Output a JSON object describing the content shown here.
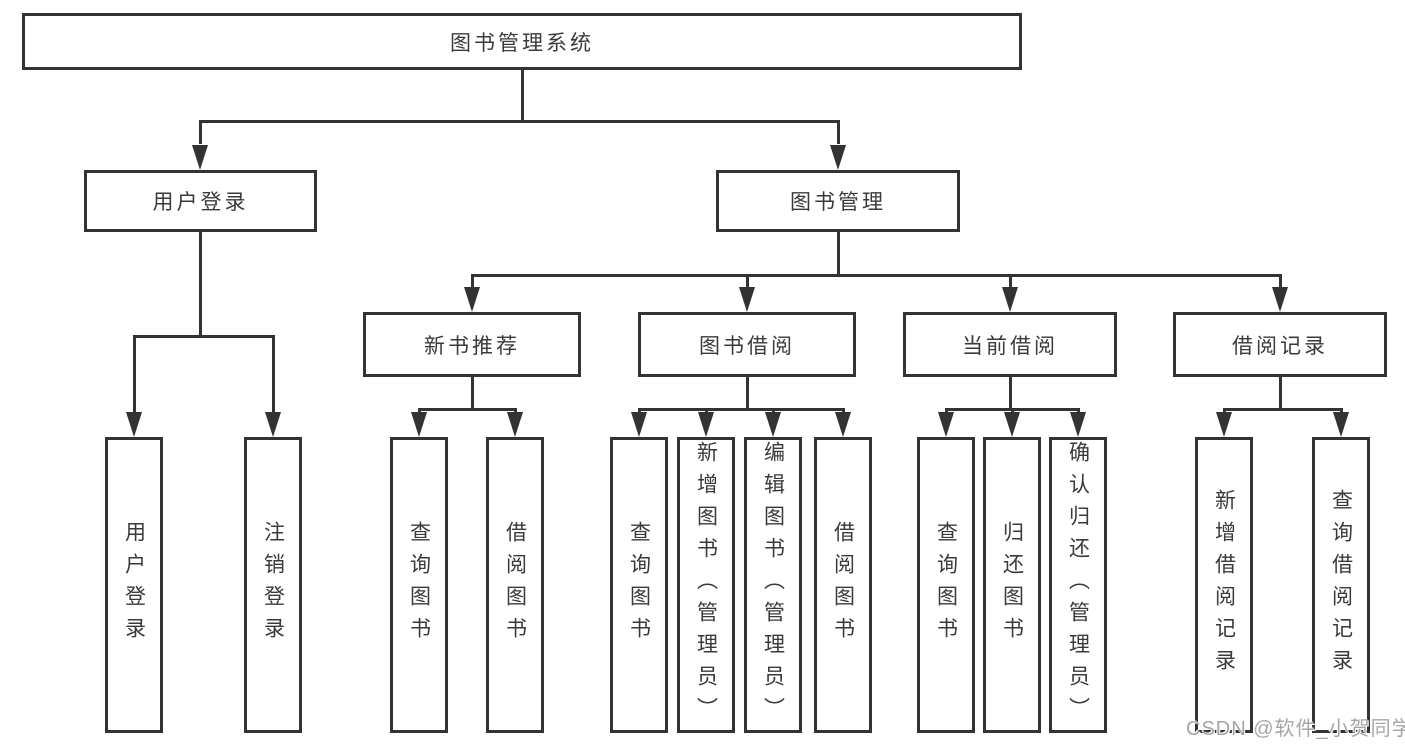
{
  "diagram": {
    "root": {
      "label": "图书管理系统"
    },
    "level1": {
      "user_login": {
        "label": "用户登录"
      },
      "book_management": {
        "label": "图书管理"
      }
    },
    "level2": {
      "new_book_recommend": {
        "label": "新书推荐"
      },
      "book_borrowing": {
        "label": "图书借阅"
      },
      "current_borrowing": {
        "label": "当前借阅"
      },
      "borrowing_records": {
        "label": "借阅记录"
      }
    },
    "leaves": {
      "user_login": [
        "用户登录",
        "注销登录"
      ],
      "new_book_recommend": [
        "查询图书",
        "借阅图书"
      ],
      "book_borrowing": [
        "查询图书",
        "新增图书（管理员）",
        "编辑图书（管理员）",
        "借阅图书"
      ],
      "current_borrowing": [
        "查询图书",
        "归还图书",
        "确认归还（管理员）"
      ],
      "borrowing_records": [
        "新增借阅记录",
        "查询借阅记录"
      ]
    },
    "colors": {
      "line": "#333333",
      "text": "#3a3a3a",
      "box_background": "#ffffff"
    }
  },
  "watermark": {
    "text": "CSDN @软件_小贺同学",
    "color": "#a6a6a6"
  }
}
